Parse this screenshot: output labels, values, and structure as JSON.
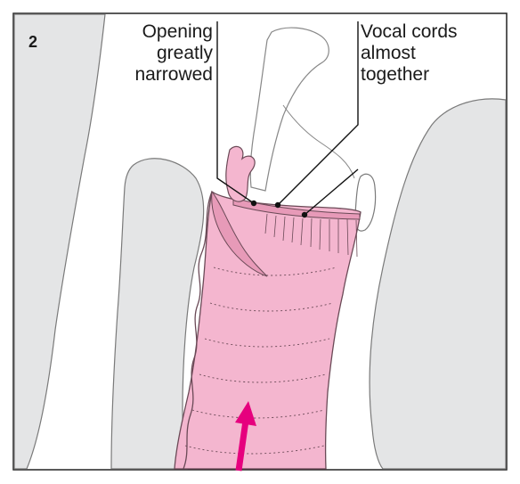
{
  "figure": {
    "step_number": "2",
    "labels": {
      "opening": [
        "Opening",
        "greatly",
        "narrowed"
      ],
      "vocal_cords": [
        "Vocal cords",
        "almost",
        "together"
      ]
    },
    "icons": [
      "airflow-arrow-icon"
    ],
    "colors": {
      "tissue": "#f4b6cf",
      "tissue_outline": "#6b4a57",
      "background_structure": "#e4e5e6",
      "arrow": "#e6007e",
      "frame": "#222222"
    }
  }
}
